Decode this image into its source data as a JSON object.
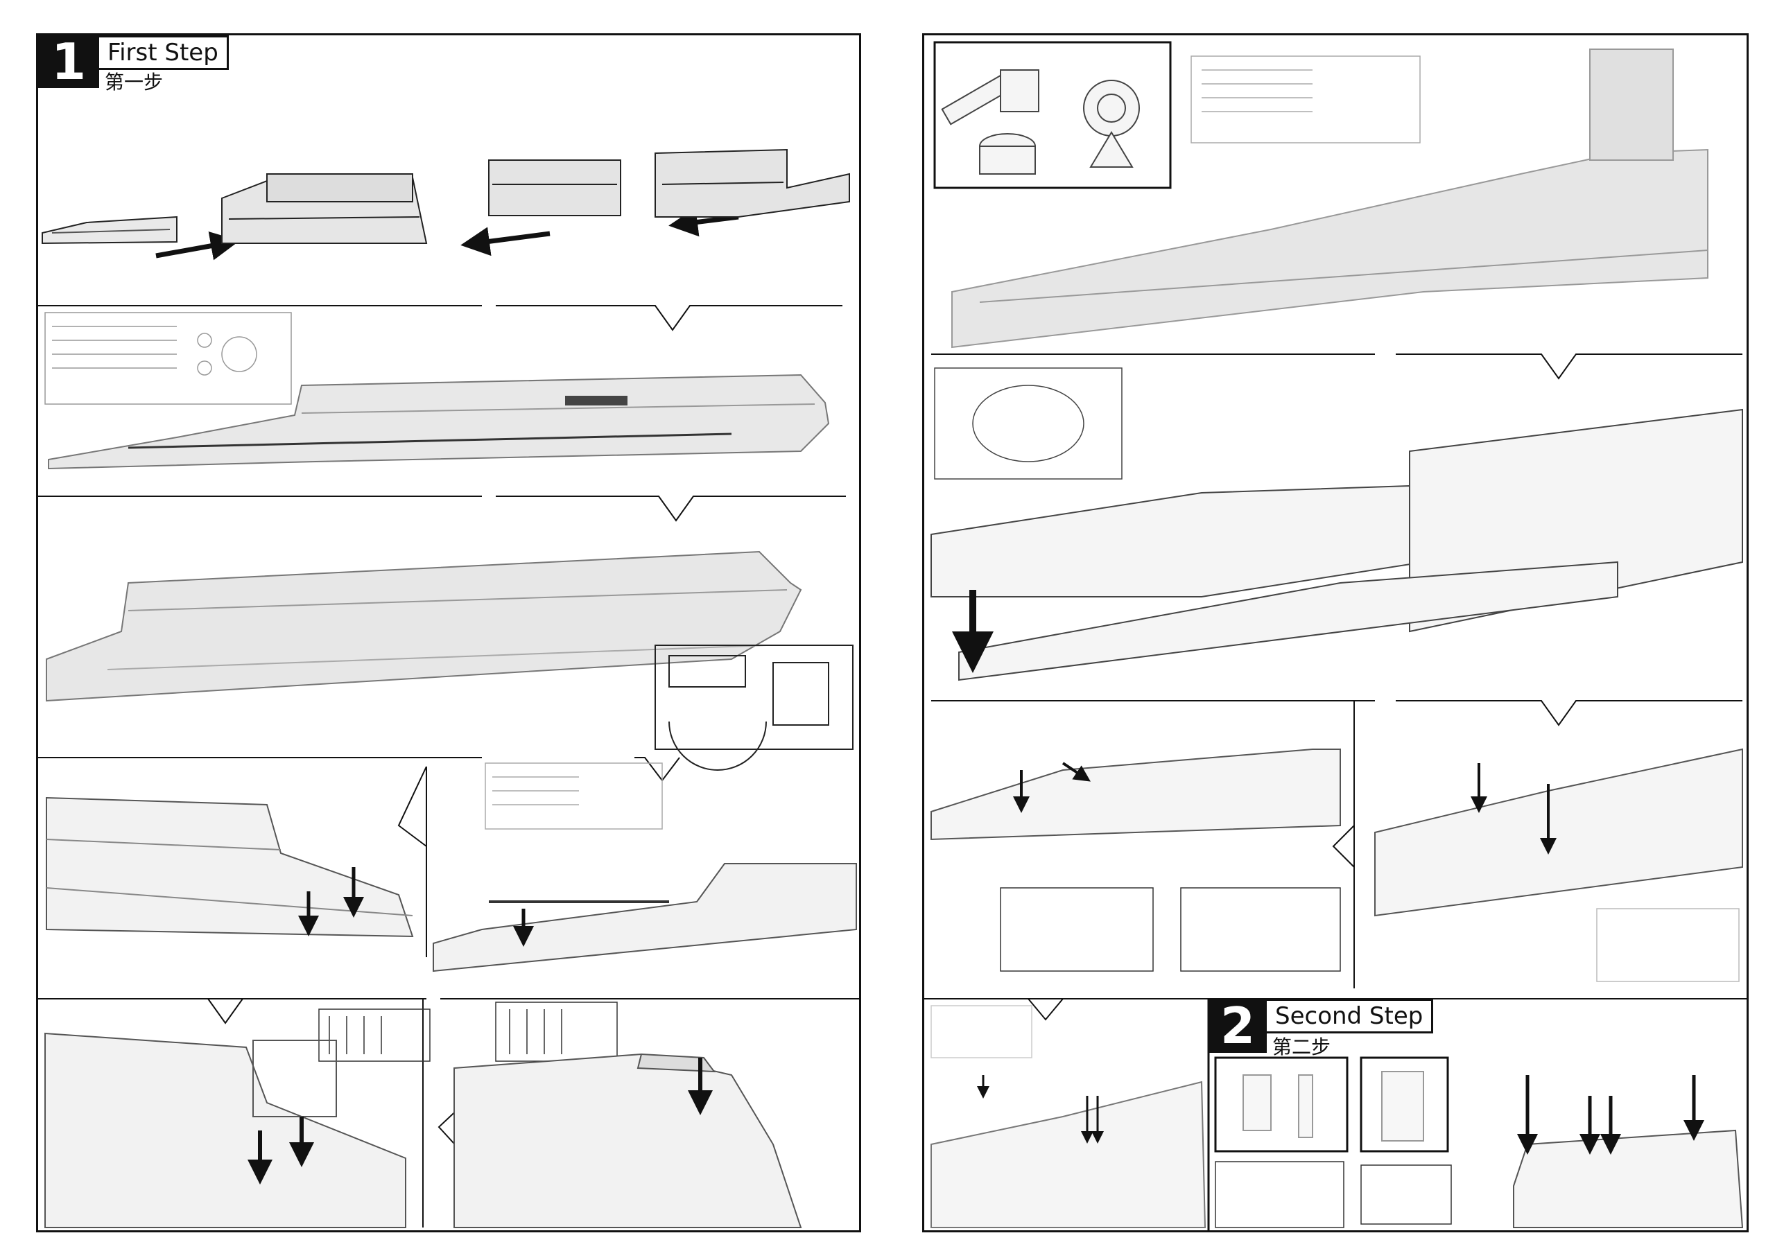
{
  "step1": {
    "number": "1",
    "title": "First Step",
    "subtitle": "第一步"
  },
  "step2": {
    "number": "2",
    "title": "Second Step",
    "subtitle": "第二步"
  }
}
